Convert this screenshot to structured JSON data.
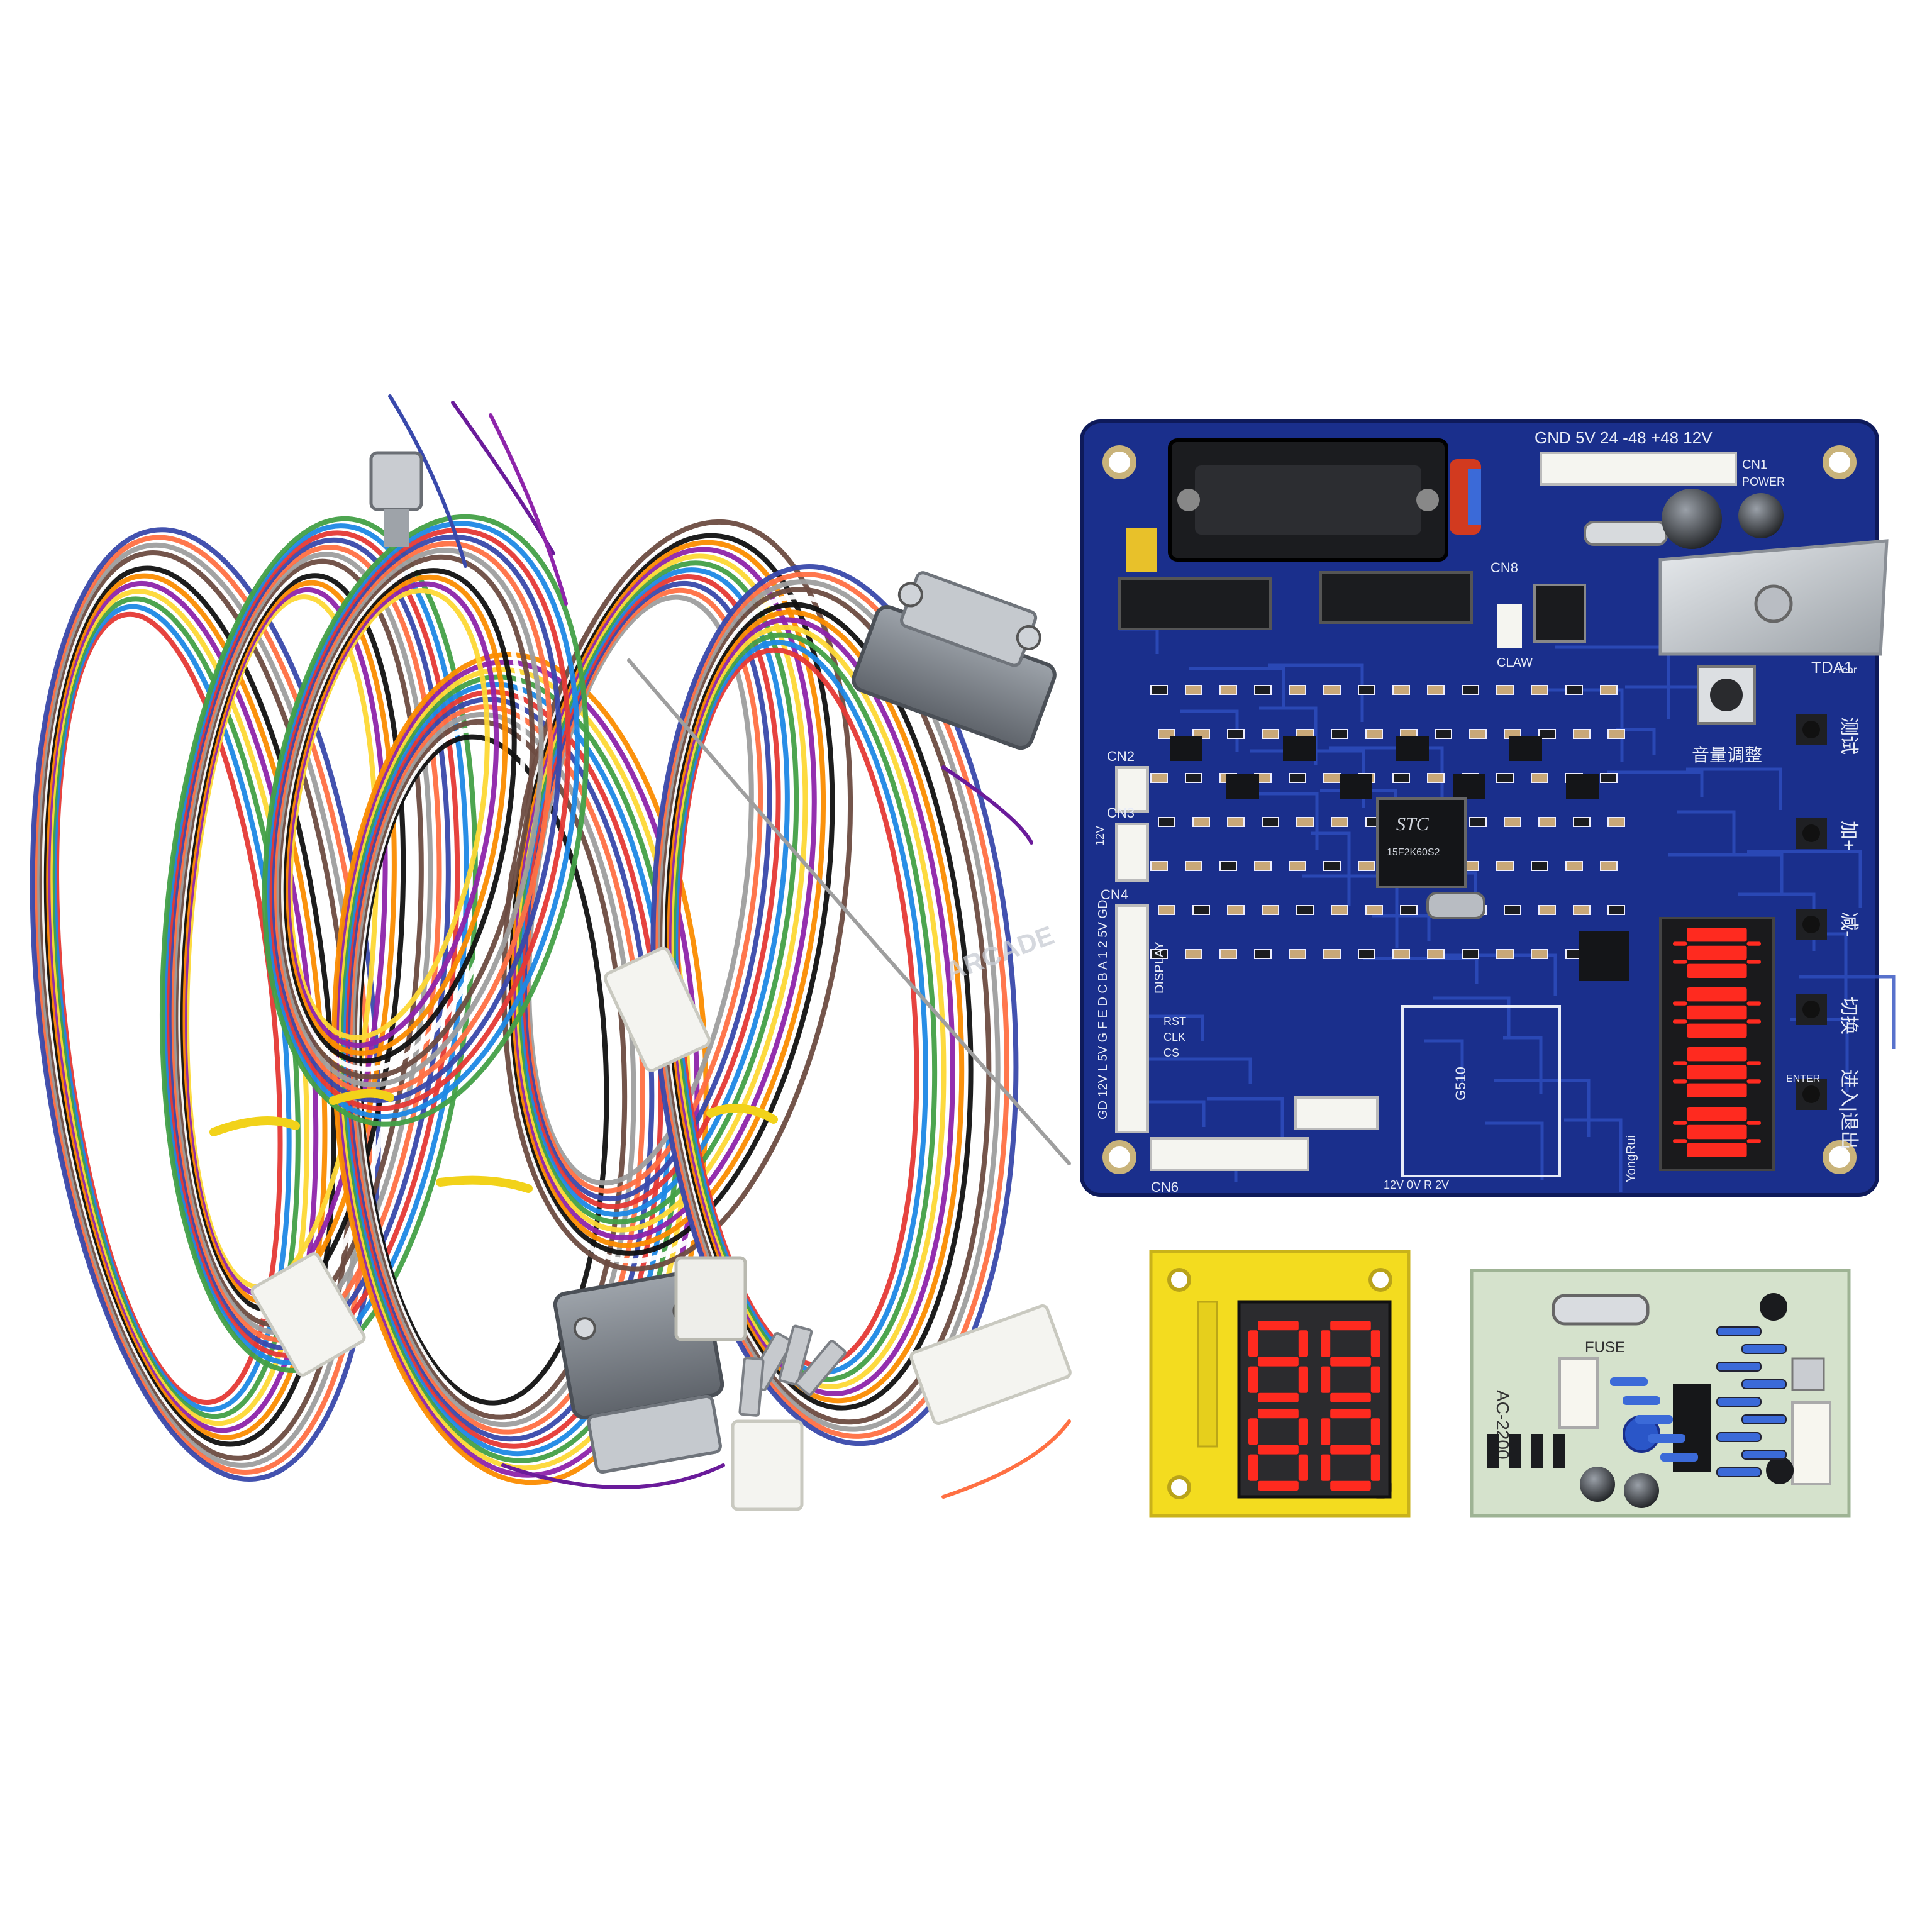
{
  "photo": {
    "watermark": "ARCADE"
  },
  "main_board": {
    "power_header": "GND 5V 24 -48 +48 12V",
    "power_label": "POWER",
    "cn1": "CN1",
    "cn2": "CN2",
    "cn3": "CN3",
    "cn4": "CN4",
    "cn6": "CN6",
    "cn8": "CN8",
    "tda": "TDA1",
    "mcu_brand": "STC",
    "mcu_part": "15F2K60S2",
    "chip_g510": "G510",
    "display_label": "DISPLAY",
    "display_pins": "DISPLAY 1 2 A B C D E F G",
    "pin_labels_left": "GD 12V L 5V G F E D C B A 1 2 5V GD",
    "cn3_label": "12V",
    "rst": "RST",
    "clk": "CLK",
    "cs": "CS",
    "led_value": "8888",
    "btn_test": "测试",
    "btn_plus": "加+",
    "btn_minus": "减-",
    "btn_switch": "切换",
    "btn_enter_exit": "进入|退出",
    "volume_label": "音量调整",
    "maker": "YongRui",
    "year_label": "Year",
    "enter_label": "ENTER",
    "claw": "CLAW",
    "bottom_pins": "12V 0V R 2V"
  },
  "digit_board": {
    "digits": "88"
  },
  "power_board": {
    "model": "AC-2200",
    "fuse": "FUSE"
  },
  "colors": {
    "pcb_blue": "#1a2f8c",
    "pcb_yellow": "#f3dc1f",
    "pcb_green": "#d5e2cc",
    "led_red": "#ff2a1f"
  }
}
